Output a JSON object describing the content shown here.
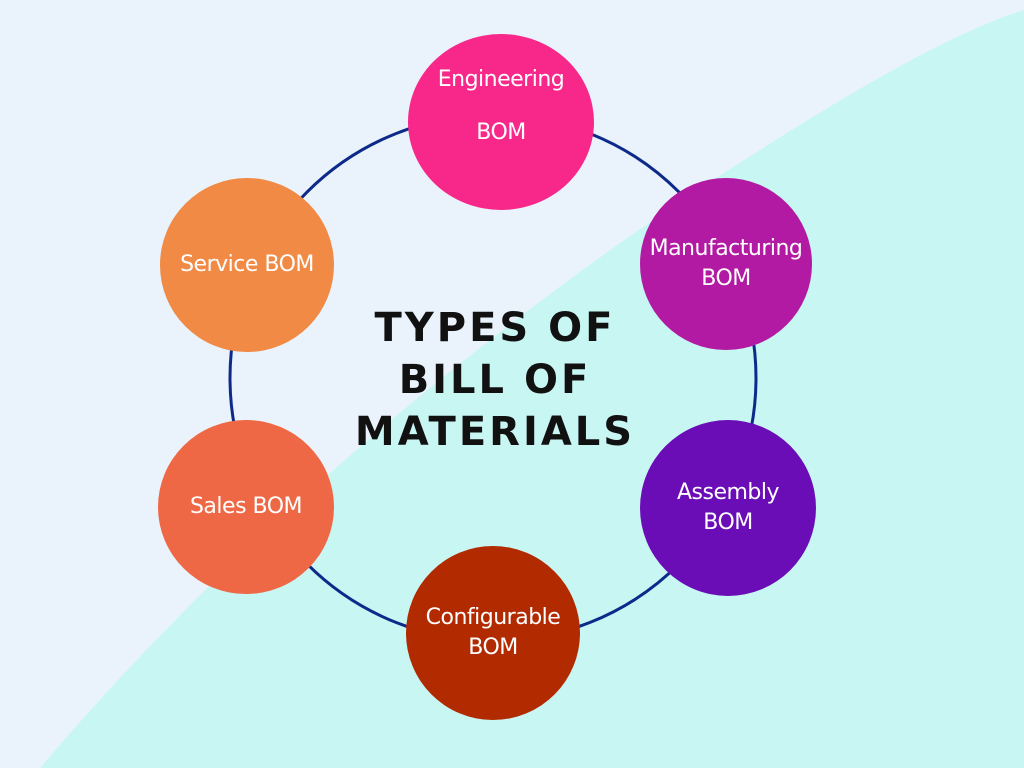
{
  "title": {
    "line1": "TYPES OF",
    "line2": "BILL OF",
    "line3": "MATERIALS"
  },
  "colors": {
    "background_left": "#eaf3fb",
    "background_right": "#c8f6f3",
    "ring": "#0d2a8a",
    "engineering": "#f7288a",
    "manufacturing": "#b21aa3",
    "assembly": "#6a0db6",
    "configurable": "#b22a00",
    "sales": "#ef6845",
    "service": "#f08a45",
    "title_text": "#111111",
    "node_text": "#ffffff"
  },
  "nodes": [
    {
      "id": "engineering",
      "line1": "Engineering",
      "line2": "BOM"
    },
    {
      "id": "manufacturing",
      "line1": "Manufacturing",
      "line2": "BOM"
    },
    {
      "id": "assembly",
      "line1": "Assembly",
      "line2": "BOM"
    },
    {
      "id": "configurable",
      "line1": "Configurable",
      "line2": "BOM"
    },
    {
      "id": "sales",
      "line1": "Sales BOM",
      "line2": ""
    },
    {
      "id": "service",
      "line1": "Service BOM",
      "line2": ""
    }
  ]
}
